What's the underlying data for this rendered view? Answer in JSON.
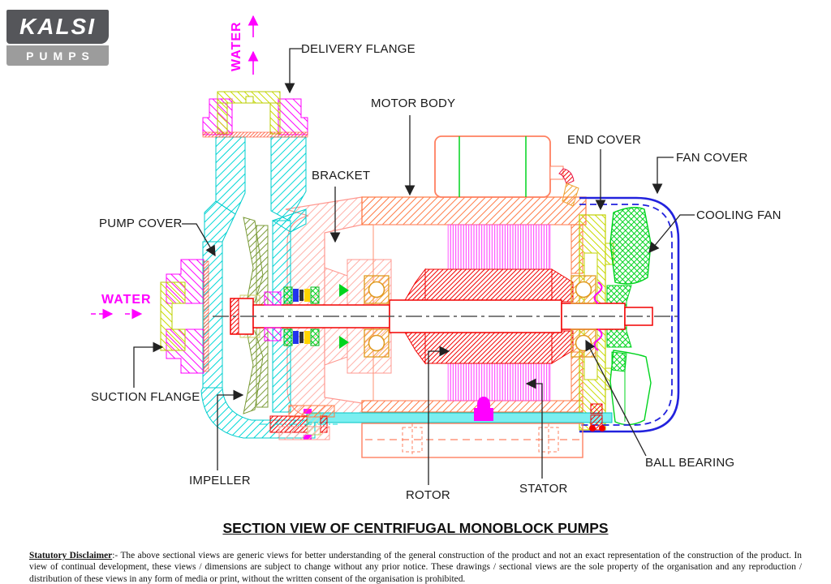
{
  "logo": {
    "brand": "KALSI",
    "sub": "PUMPS"
  },
  "labels": {
    "water_top": "WATER",
    "delivery_flange": "DELIVERY FLANGE",
    "motor_body": "MOTOR BODY",
    "end_cover": "END COVER",
    "fan_cover": "FAN COVER",
    "cooling_fan": "COOLING FAN",
    "bracket": "BRACKET",
    "pump_cover": "PUMP COVER",
    "water_left": "WATER",
    "suction_flange": "SUCTION FLANGE",
    "impeller": "IMPELLER",
    "rotor": "ROTOR",
    "stator": "STATOR",
    "ball_bearing": "BALL BEARING"
  },
  "title": "SECTION VIEW OF CENTRIFUGAL MONOBLOCK PUMPS",
  "disclaimer": {
    "heading": "Statutory Disclaimer",
    "text": ":- The above sectional views are generic views for better understanding of the general construction of the product and not an exact representation of the construction of the product. In view of continual development, these views / dimensions are subject to change without any prior notice. These drawings / sectional views are the sole property of the organisation and any reproduction / distribution of these views in any form of media or print, without the written consent of the organisation is prohibited."
  },
  "colors": {
    "magenta": "#ff00ff",
    "cyan": "#00d8d8",
    "olive": "#7c9c3a",
    "coral": "#ff7a45",
    "pale_pink": "#ffb3ad",
    "red": "#f20000",
    "bearing_orange": "#f0a030",
    "end_cover_yellow_green": "#c9db00",
    "fan_green": "#00d41e",
    "fan_cover_blue": "#2222dd",
    "logo_dark": "#55565a",
    "logo_gray": "#9c9c9c"
  }
}
